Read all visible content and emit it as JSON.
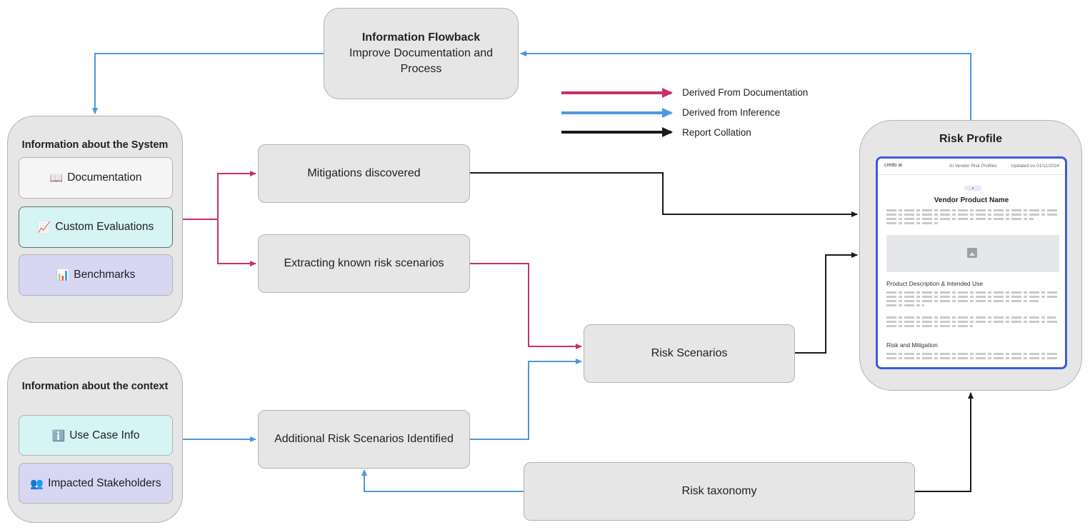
{
  "flowback": {
    "title": "Information Flowback",
    "subtitle": "Improve Documentation and Process"
  },
  "legend": [
    {
      "label": "Derived From Documentation",
      "color": "#c8306a"
    },
    {
      "label": "Derived from Inference",
      "color": "#4c98e0"
    },
    {
      "label": "Report Collation",
      "color": "#1a1a1a"
    }
  ],
  "system_group": {
    "title": "Information about the System",
    "items": [
      {
        "icon": "📖",
        "label": "Documentation",
        "color": "#f5f5f5"
      },
      {
        "icon": "📈",
        "label": "Custom Evaluations",
        "color": "#d5f4f3"
      },
      {
        "icon": "📊",
        "label": "Benchmarks",
        "color": "#d7d6f3"
      }
    ]
  },
  "context_group": {
    "title": "Information about the context",
    "items": [
      {
        "icon": "ℹ️",
        "label": "Use Case Info",
        "color": "#d5f4f3"
      },
      {
        "icon": "👥",
        "label": "Impacted Stakeholders",
        "color": "#d7d6f3"
      }
    ]
  },
  "nodes": {
    "mitigations": "Mitigations discovered",
    "extracting": "Extracting known risk scenarios",
    "additional": "Additional Risk Scenarios Identified",
    "risk_scenarios": "Risk Scenarios",
    "risk_taxonomy": "Risk taxonomy"
  },
  "risk_profile": {
    "title": "Risk Profile",
    "doc": {
      "brand": "credo ai",
      "header_center": "AI Vendor Risk Profiles",
      "header_right": "Updated on 01/11/2024",
      "product_name": "Vendor Product Name",
      "section_1": "Product Description & Intended Use",
      "section_2": "Risk and Mitigation"
    }
  }
}
